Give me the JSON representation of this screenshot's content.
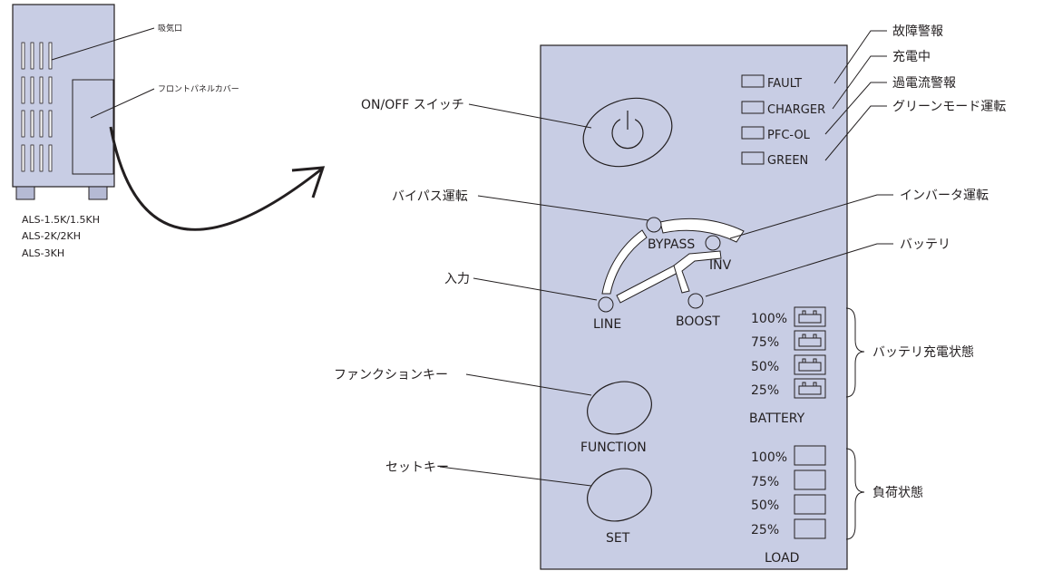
{
  "ups_unit": {
    "callouts": {
      "air_intake": "吸気口",
      "front_panel_cover": "フロントパネルカバー"
    },
    "models": [
      "ALS-1.5K/1.5KH",
      "ALS-2K/2KH",
      "ALS-3KH"
    ]
  },
  "panel": {
    "leds": [
      "FAULT",
      "CHARGER",
      "PFC-OL",
      "GREEN"
    ],
    "flow": {
      "bypass": "BYPASS",
      "inv": "INV",
      "line": "LINE",
      "boost": "BOOST"
    },
    "battery": {
      "levels": [
        "100%",
        "75%",
        "50%",
        "25%"
      ],
      "title": "BATTERY"
    },
    "load": {
      "levels": [
        "100%",
        "75%",
        "50%",
        "25%"
      ],
      "title": "LOAD"
    },
    "function_label": "FUNCTION",
    "set_label": "SET"
  },
  "labels": {
    "fault_alarm": "故障警報",
    "charging": "充電中",
    "overcurrent_alarm": "過電流警報",
    "green_mode": "グリーンモード運転",
    "onoff_switch": "ON/OFF スイッチ",
    "bypass_operation": "バイパス運転",
    "inverter_operation": "インバータ運転",
    "battery": "バッテリ",
    "input": "入力",
    "battery_charge_status": "バッテリ充電状態",
    "function_key": "ファンクションキー",
    "set_key": "セットキー",
    "load_status": "負荷状態"
  }
}
